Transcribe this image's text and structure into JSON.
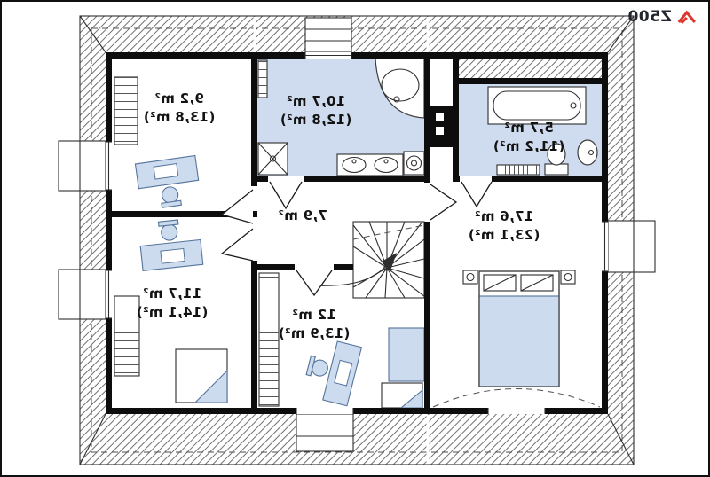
{
  "logo": {
    "text": "Z500",
    "accent": "#df342b"
  },
  "plan": {
    "rooms": [
      {
        "key": "bedroom-top-left",
        "area": "9,2 m²",
        "area_alt": "(13,8 m²)"
      },
      {
        "key": "bathroom-main",
        "area": "10,7 m²",
        "area_alt": "(12,8 m²)"
      },
      {
        "key": "bathroom-en-suite",
        "area": "5,7 m²",
        "area_alt": "(11,2 m²)"
      },
      {
        "key": "hallway",
        "area": "7,9 m²",
        "area_alt": ""
      },
      {
        "key": "bedroom-right",
        "area": "17,6 m²",
        "area_alt": "(23,1 m²)"
      },
      {
        "key": "bedroom-bottom-left",
        "area": "11,7 m²",
        "area_alt": "(14,1 m²)"
      },
      {
        "key": "bedroom-bottom-middle",
        "area": "12 m²",
        "area_alt": "(13,9 m²)"
      }
    ],
    "colors": {
      "wall": "#0d0d0d",
      "bathroom_floor": "#cfdcef",
      "furniture_fill": "#ccdbee",
      "hatch_line": "#707070",
      "logo_accent": "#df342b"
    }
  }
}
